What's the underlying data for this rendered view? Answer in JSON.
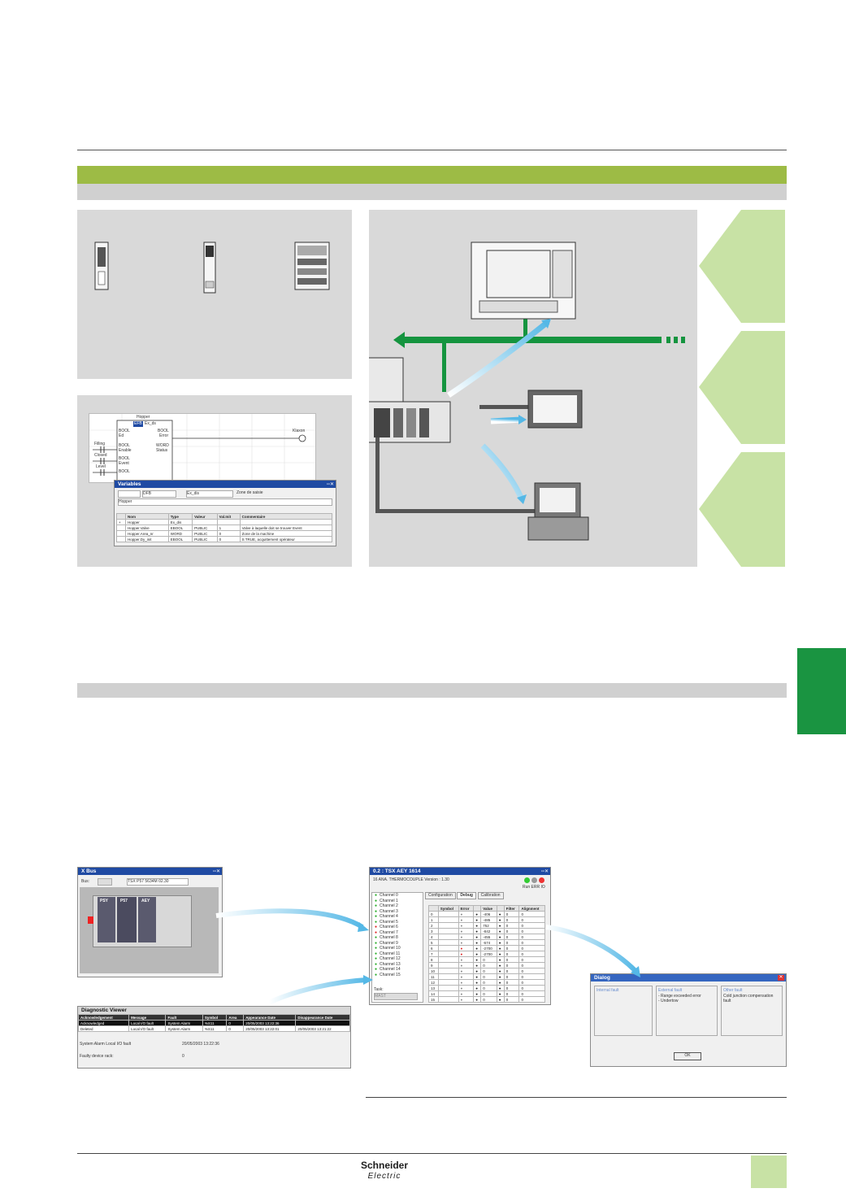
{
  "footer": {
    "brand": "Schneider",
    "brand_sub": "Electric"
  },
  "ladder": {
    "fb_title": "Hopper",
    "fb_instance": "EFB",
    "fb_name": "Ex_ds",
    "inputs": [
      {
        "type": "BOOL",
        "pin": "Ed"
      },
      {
        "type": "BOOL",
        "pin": "Enable"
      },
      {
        "type": "BOOL",
        "pin": "Event"
      },
      {
        "type": "BOOL",
        "pin": ""
      }
    ],
    "outputs": [
      {
        "type": "BOOL",
        "pin": "Error"
      },
      {
        "type": "WORD",
        "pin": "Status"
      }
    ],
    "contacts": [
      "Filling",
      "Closed",
      "Level"
    ],
    "coil": "Klaxon"
  },
  "variables_win": {
    "title": "Variables",
    "type_select": "DFB",
    "name_select": "Ex_dis",
    "checkbox_label": "Zone de saisie",
    "filter_value": "Hopper",
    "columns": [
      "",
      "Nom",
      "Type",
      "Valeur",
      "Val.Init",
      "Commentaire"
    ],
    "rows": [
      [
        "+",
        "Hopper",
        "Ex_dis",
        "",
        "",
        ""
      ],
      [
        "",
        "Hopper.Valve",
        "EBOOL",
        "PUBLIC",
        "1",
        "Valve à laquelle doit se trouver Event"
      ],
      [
        "",
        "Hopper.Area_nr",
        "WORD",
        "PUBLIC",
        "0",
        "Zone de la machine"
      ],
      [
        "",
        "Hopper.Dy_init",
        "EBOOL",
        "PUBLIC",
        "0",
        "S TRUE, acquittement opérateur"
      ]
    ]
  },
  "xbus": {
    "title": "X Bus",
    "bus_label": "Bus:",
    "rack_select": "TSX P57 5634M  02.30",
    "module_labels": [
      "PSY",
      "P57",
      "AEY"
    ]
  },
  "diag": {
    "title": "Diagnostic Viewer",
    "columns": [
      "Acknowledgement",
      "Message",
      "Fault",
      "Symbol",
      "Area",
      "Appearance Date",
      "Disappearance Date"
    ],
    "rows": [
      [
        "Acknowledged",
        "Local I/O fault",
        "System Alarm",
        "%S11",
        "0",
        "20/05/2003 13:22:36",
        ""
      ],
      [
        "Deleted",
        "Local I/O fault",
        "System Alarm",
        "%S11",
        "0",
        "20/05/2003 13:22:01",
        "20/05/2003 13:21:22"
      ]
    ],
    "detail_line1_left": "System Alarm    Local I/O fault",
    "detail_line1_right": "20/05/2003 13:22:36",
    "detail_line2_left": "Faulty device rack:",
    "detail_line2_right": "0"
  },
  "aey": {
    "title": "0.2 : TSX AEY 1614",
    "subtitle": "16 ANA. THERMOCOUPLE  Version : 1.30",
    "status_label": "Run ERR IO",
    "channels": [
      "Channel 0",
      "Channel 1",
      "Channel 2",
      "Channel 3",
      "Channel 4",
      "Channel 5",
      "Channel 6",
      "Channel 7",
      "Channel 8",
      "Channel 9",
      "Channel 10",
      "Channel 11",
      "Channel 12",
      "Channel 13",
      "Channel 14",
      "Channel 15"
    ],
    "task_label": "Task:",
    "task_value": "MAST",
    "tabs": [
      "Configuration",
      "Debug",
      "Calibration"
    ],
    "columns": [
      "",
      "Symbol",
      "Error",
      "",
      "Value",
      "",
      "Filter",
      "Alignment"
    ],
    "values": [
      "-406",
      "-485",
      "752",
      "-842",
      "-455",
      "-674",
      "-2700",
      "-2700",
      "0",
      "0",
      "0",
      "0",
      "0",
      "0",
      "0",
      "0"
    ],
    "filters": [
      "0",
      "0",
      "0",
      "0",
      "0",
      "0",
      "0",
      "0",
      "0",
      "0",
      "0",
      "0",
      "0",
      "0",
      "0",
      "0"
    ],
    "alignments": [
      "0",
      "0",
      "0",
      "0",
      "0",
      "0",
      "0",
      "0",
      "0",
      "0",
      "0",
      "0",
      "0",
      "0",
      "0",
      "0"
    ]
  },
  "dialog": {
    "title": "Dialog",
    "col1_header": "Internal fault",
    "col2_header": "External fault",
    "col2_line1": "- Range exceeded error",
    "col2_line2": "- Undertow",
    "col3_header": "Other fault",
    "col3_line1": "Cold junction compensation fault",
    "ok_label": "OK"
  }
}
